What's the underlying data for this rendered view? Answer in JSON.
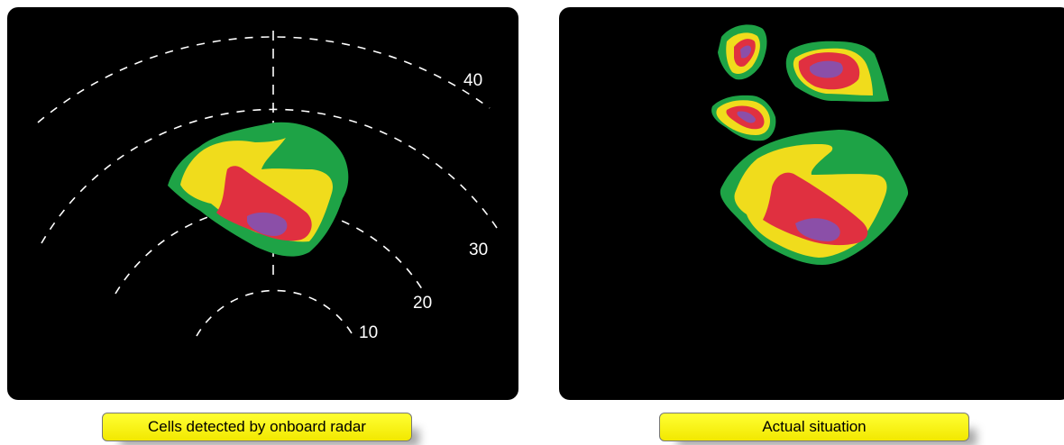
{
  "left_panel": {
    "range_rings": [
      {
        "label": "10"
      },
      {
        "label": "20"
      },
      {
        "label": "30"
      },
      {
        "label": "40"
      }
    ],
    "caption": "Cells detected by onboard radar"
  },
  "right_panel": {
    "caption": "Actual situation"
  },
  "colors": {
    "background": "#000000",
    "green": "#1ea346",
    "yellow": "#f0dc1c",
    "red": "#e03040",
    "magenta": "#8b4fa8",
    "caption": "#ffff00"
  }
}
